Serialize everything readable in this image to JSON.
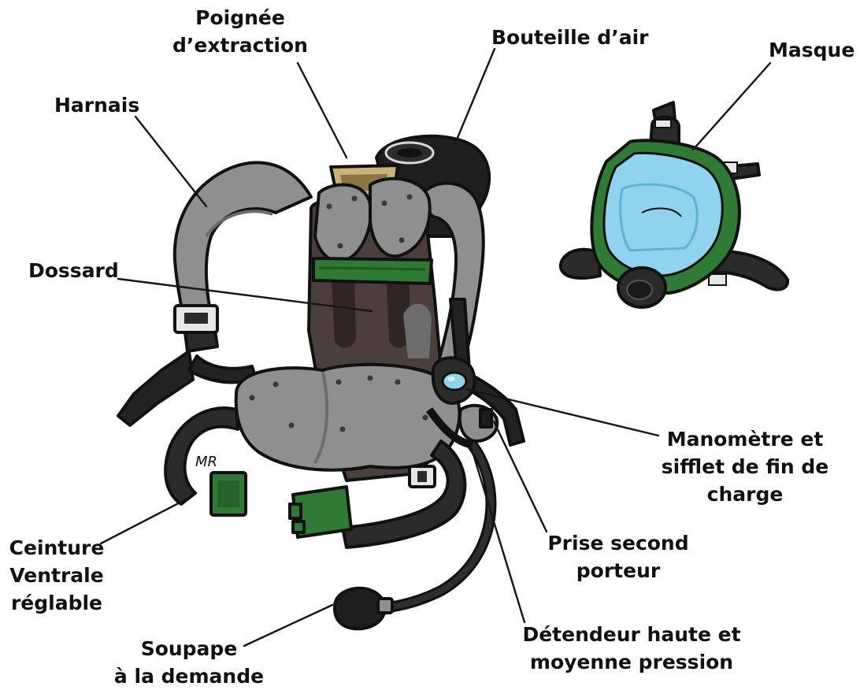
{
  "labels": {
    "poignee": [
      "Poignée",
      "d’extraction"
    ],
    "bouteille": [
      "Bouteille d’air"
    ],
    "masque": [
      "Masque"
    ],
    "harnais": [
      "Harnais"
    ],
    "dossard": [
      "Dossard"
    ],
    "manometre": [
      "Manomètre et",
      "sifflet de fin de",
      "charge"
    ],
    "prise": [
      "Prise second",
      "porteur"
    ],
    "detendeur": [
      "Détendeur haute et",
      "moyenne pression"
    ],
    "ceinture": [
      "Ceinture",
      "Ventrale",
      "réglable"
    ],
    "soupape": [
      "Soupape",
      "à la demande"
    ]
  },
  "signature": "MR",
  "colors": {
    "shell": "#8f8f8f",
    "shell_dark": "#6c6c6c",
    "strap": "#2b2b2b",
    "backplate": "#4a3f3c",
    "green": "#2f7a35",
    "visor": "#8fd3ef",
    "brass": "#c8b27a",
    "ink": "#111111"
  }
}
